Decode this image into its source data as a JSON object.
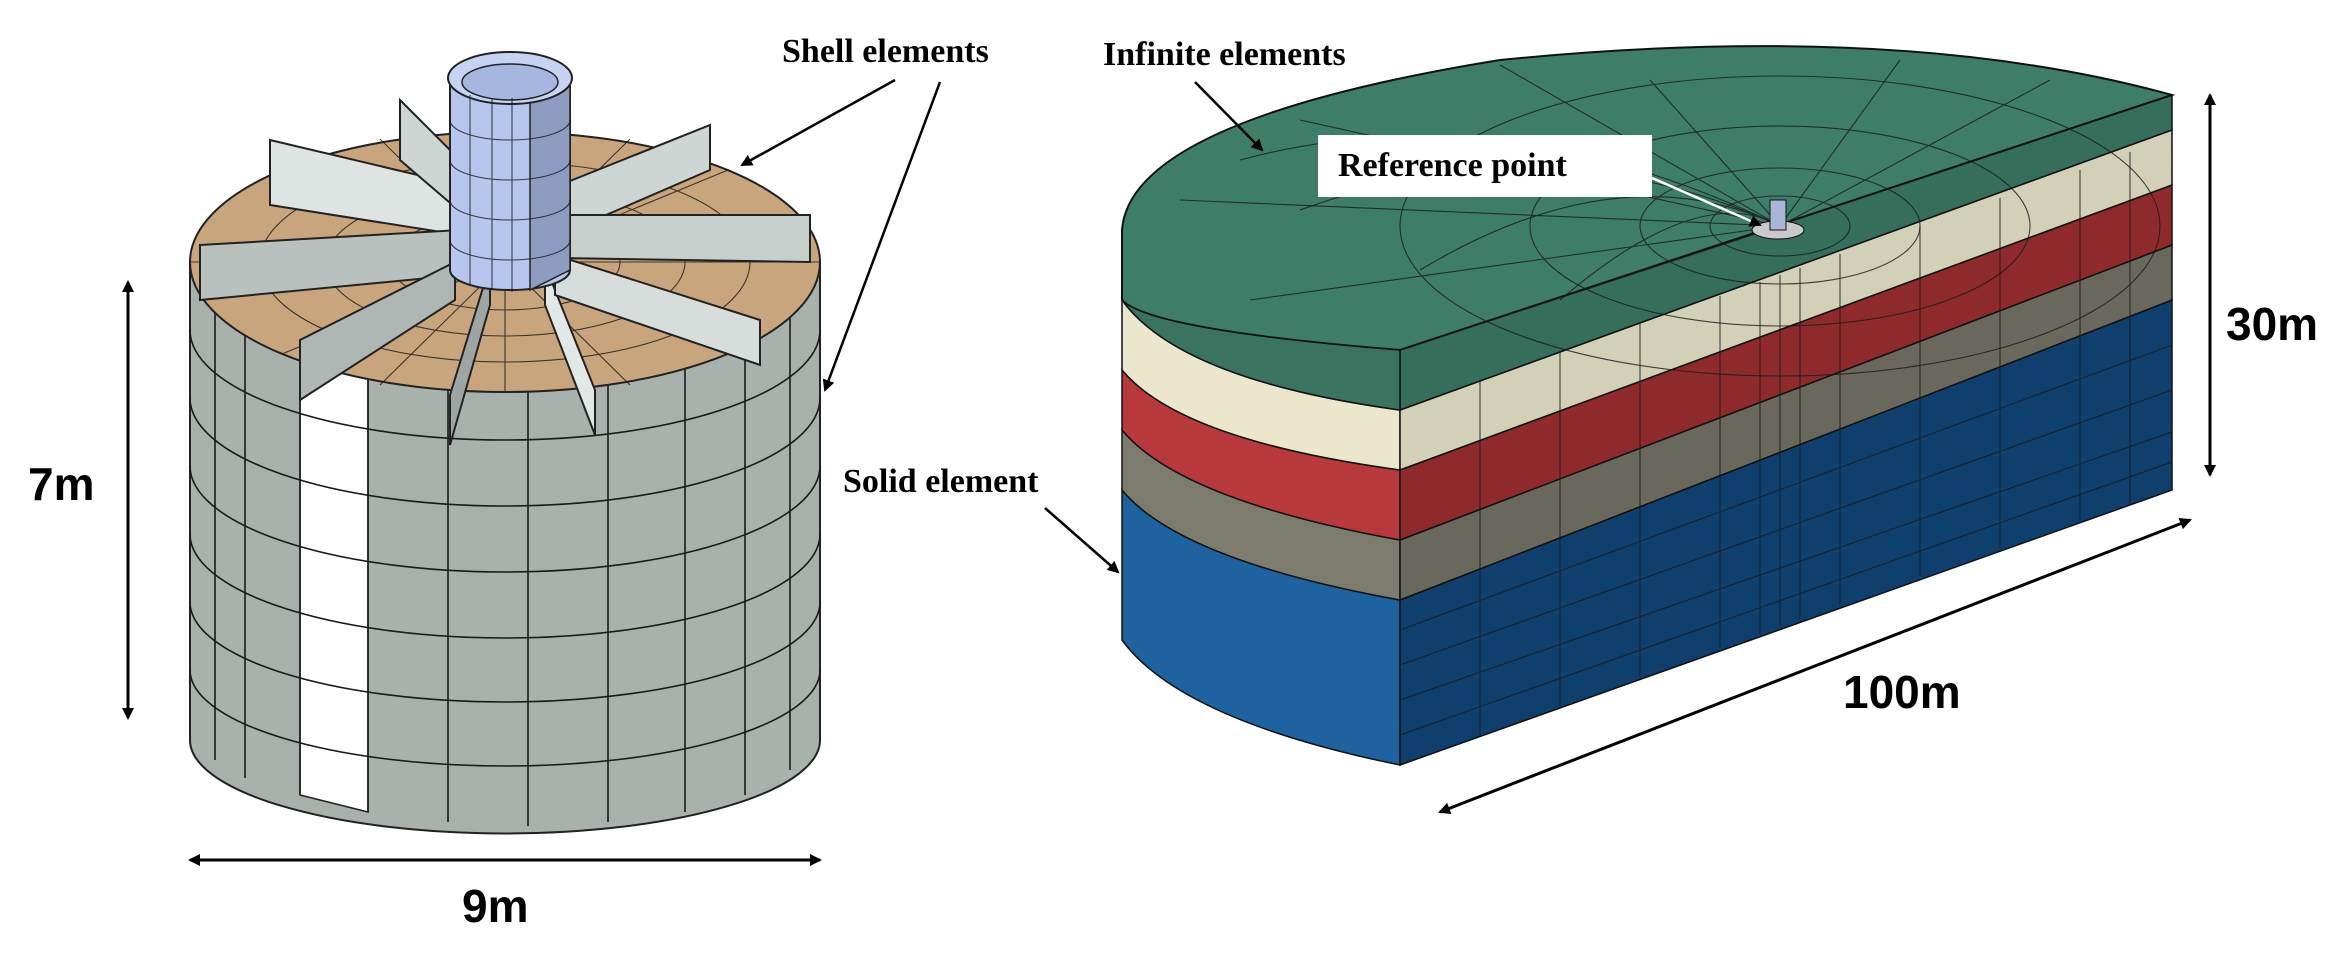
{
  "labels": {
    "shell_elements": "Shell elements",
    "infinite_elements": "Infinite elements",
    "reference_point": "Reference point",
    "solid_element": "Solid element"
  },
  "dimensions": {
    "tank_height": "7m",
    "tank_diameter": "9m",
    "soil_depth": "30m",
    "soil_radius": "100m"
  },
  "colors": {
    "tank_wall": "#a8b0ac",
    "tank_wall_light": "#ffffff",
    "tank_roof": "#c9a57d",
    "shaft": "#b3c3ea",
    "rib": "#d8e0dd",
    "soil_top": "#3e7e68",
    "soil_layer_1": "#e7e3c9",
    "soil_layer_2": "#b03a3a",
    "soil_layer_3": "#7d7a6e",
    "soil_layer_4": "#1f5e93",
    "soil_face_1": "#d3d0b8",
    "soil_face_2": "#8e2a2c",
    "soil_face_3": "#6a675c",
    "soil_face_4": "#0f3e6a",
    "soil_top_face": "#356e5b"
  }
}
